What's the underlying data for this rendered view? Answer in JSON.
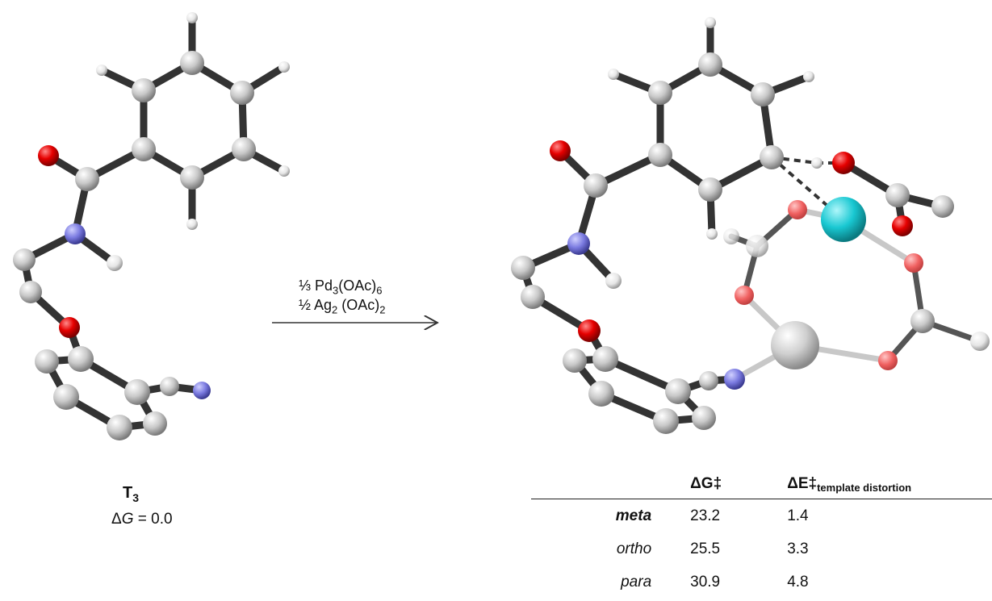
{
  "reagents": {
    "line1_prefix": "⅓ Pd",
    "line1_sub1": "3",
    "line1_mid": "(OAc)",
    "line1_sub2": "6",
    "line2_prefix": "½ Ag",
    "line2_sub1": "2",
    "line2_mid": " (OAc)",
    "line2_sub2": "2"
  },
  "left_label": {
    "name": "T",
    "name_sub": "3",
    "energy_delta": "Δ",
    "energy_var": "G",
    "energy_value": " = 0.0"
  },
  "table": {
    "header_dg": "ΔG‡",
    "header_de": "ΔE‡",
    "header_de_sub": "template distortion",
    "rows": [
      {
        "label": "meta",
        "dg": "23.2",
        "de": "1.4"
      },
      {
        "label": "ortho",
        "dg": "25.5",
        "de": "3.3"
      },
      {
        "label": "para",
        "dg": "30.9",
        "de": "4.8"
      }
    ]
  },
  "colors": {
    "carbon": "#c8c8c8",
    "hydrogen": "#eeeeee",
    "oxygen": "#e60000",
    "nitrogen": "#7a7ae0",
    "palladium": "#19c8d2",
    "silver": "#bdbdbd",
    "bond": "#333333",
    "faded_bond": "#c8c8c8"
  }
}
